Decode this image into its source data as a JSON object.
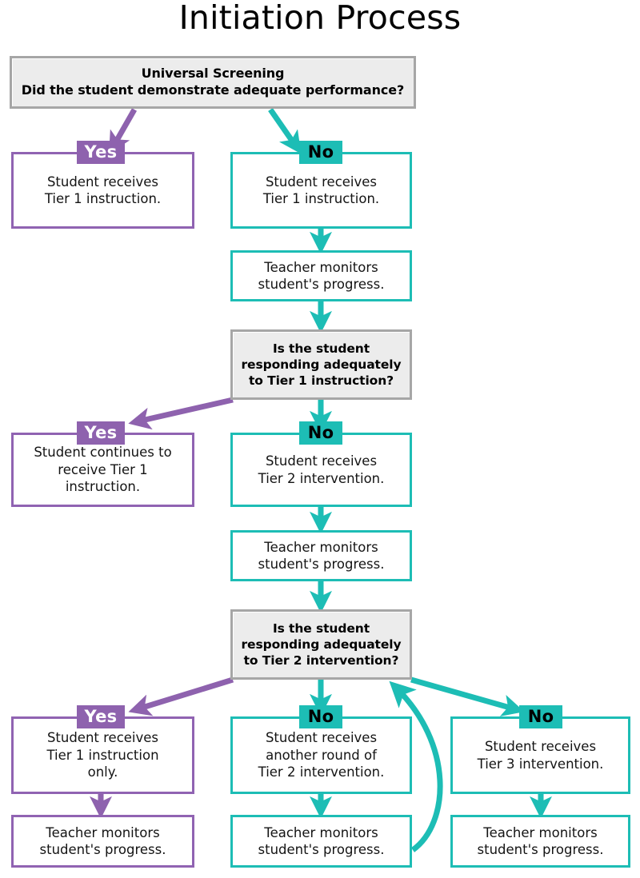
{
  "page": {
    "title": "Initiation Process",
    "colors": {
      "purple": "#8e62ae",
      "teal": "#1dbdb5",
      "decision_fill": "#ececec",
      "decision_border": "#a6a6a6",
      "text": "#141414",
      "background": "#ffffff"
    }
  },
  "labels": {
    "yes": "Yes",
    "no": "No"
  },
  "nodes": {
    "universal_screening": {
      "line1": "Universal Screening",
      "line2": "Did the student demonstrate adequate performance?"
    },
    "q1": "Is the student\nresponding adequately\nto Tier 1 instruction?",
    "q2": "Is the student\nresponding adequately\nto Tier 2 intervention?",
    "a_yes_tier1": "Student receives\nTier 1 instruction.",
    "a_no_tier1": "Student receives\nTier 1 instruction.",
    "monitor1": "Teacher monitors\nstudent's progress.",
    "a_yes_continue_tier1": "Student continues to\nreceive Tier 1\ninstruction.",
    "a_no_tier2": "Student receives\nTier 2 intervention.",
    "monitor2": "Teacher monitors\nstudent's progress.",
    "a_yes_tier1_only": "Student receives\nTier 1 instruction\nonly.",
    "monitor3": "Teacher monitors\nstudent's progress.",
    "a_no_another_tier2": "Student receives\nanother round of\nTier 2 intervention.",
    "monitor4": "Teacher monitors\nstudent's progress.",
    "a_no_tier3": "Student receives\nTier 3 intervention.",
    "monitor5": "Teacher monitors\nstudent's progress."
  },
  "chart_data": {
    "type": "flowchart",
    "title": "Initiation Process",
    "legend": {
      "yes_branch_color": "#8e62ae",
      "no_branch_color": "#1dbdb5",
      "decision_color": "#ececec"
    },
    "nodes": [
      {
        "id": "screening",
        "kind": "decision",
        "text": "Universal Screening — Did the student demonstrate adequate performance?"
      },
      {
        "id": "s_yes",
        "kind": "process",
        "branch": "Yes",
        "color": "#8e62ae",
        "text": "Student receives Tier 1 instruction."
      },
      {
        "id": "s_no",
        "kind": "process",
        "branch": "No",
        "color": "#1dbdb5",
        "text": "Student receives Tier 1 instruction."
      },
      {
        "id": "m1",
        "kind": "process",
        "color": "#1dbdb5",
        "text": "Teacher monitors student's progress."
      },
      {
        "id": "q1",
        "kind": "decision",
        "text": "Is the student responding adequately to Tier 1 instruction?"
      },
      {
        "id": "q1_yes",
        "kind": "process",
        "branch": "Yes",
        "color": "#8e62ae",
        "text": "Student continues to receive Tier 1 instruction."
      },
      {
        "id": "q1_no",
        "kind": "process",
        "branch": "No",
        "color": "#1dbdb5",
        "text": "Student receives Tier 2 intervention."
      },
      {
        "id": "m2",
        "kind": "process",
        "color": "#1dbdb5",
        "text": "Teacher monitors student's progress."
      },
      {
        "id": "q2",
        "kind": "decision",
        "text": "Is the student responding adequately to Tier 2 intervention?"
      },
      {
        "id": "q2_yes",
        "kind": "process",
        "branch": "Yes",
        "color": "#8e62ae",
        "text": "Student receives Tier 1 instruction only."
      },
      {
        "id": "m3",
        "kind": "process",
        "color": "#8e62ae",
        "text": "Teacher monitors student's progress."
      },
      {
        "id": "q2_no_a",
        "kind": "process",
        "branch": "No",
        "color": "#1dbdb5",
        "text": "Student receives another round of Tier 2 intervention."
      },
      {
        "id": "m4",
        "kind": "process",
        "color": "#1dbdb5",
        "text": "Teacher monitors student's progress."
      },
      {
        "id": "q2_no_b",
        "kind": "process",
        "branch": "No",
        "color": "#1dbdb5",
        "text": "Student receives Tier 3 intervention."
      },
      {
        "id": "m5",
        "kind": "process",
        "color": "#1dbdb5",
        "text": "Teacher monitors student's progress."
      }
    ],
    "edges": [
      {
        "from": "screening",
        "to": "s_yes",
        "label": "Yes",
        "color": "#8e62ae"
      },
      {
        "from": "screening",
        "to": "s_no",
        "label": "No",
        "color": "#1dbdb5"
      },
      {
        "from": "s_no",
        "to": "m1",
        "label": "",
        "color": "#1dbdb5"
      },
      {
        "from": "m1",
        "to": "q1",
        "label": "",
        "color": "#1dbdb5"
      },
      {
        "from": "q1",
        "to": "q1_yes",
        "label": "Yes",
        "color": "#8e62ae"
      },
      {
        "from": "q1",
        "to": "q1_no",
        "label": "No",
        "color": "#1dbdb5"
      },
      {
        "from": "q1_no",
        "to": "m2",
        "label": "",
        "color": "#1dbdb5"
      },
      {
        "from": "m2",
        "to": "q2",
        "label": "",
        "color": "#1dbdb5"
      },
      {
        "from": "q2",
        "to": "q2_yes",
        "label": "Yes",
        "color": "#8e62ae"
      },
      {
        "from": "q2",
        "to": "q2_no_a",
        "label": "No",
        "color": "#1dbdb5"
      },
      {
        "from": "q2",
        "to": "q2_no_b",
        "label": "No",
        "color": "#1dbdb5"
      },
      {
        "from": "q2_yes",
        "to": "m3",
        "label": "",
        "color": "#8e62ae"
      },
      {
        "from": "q2_no_a",
        "to": "m4",
        "label": "",
        "color": "#1dbdb5"
      },
      {
        "from": "q2_no_b",
        "to": "m5",
        "label": "",
        "color": "#1dbdb5"
      },
      {
        "from": "m4",
        "to": "q2",
        "label": "loop back",
        "color": "#1dbdb5",
        "style": "curved"
      }
    ]
  }
}
